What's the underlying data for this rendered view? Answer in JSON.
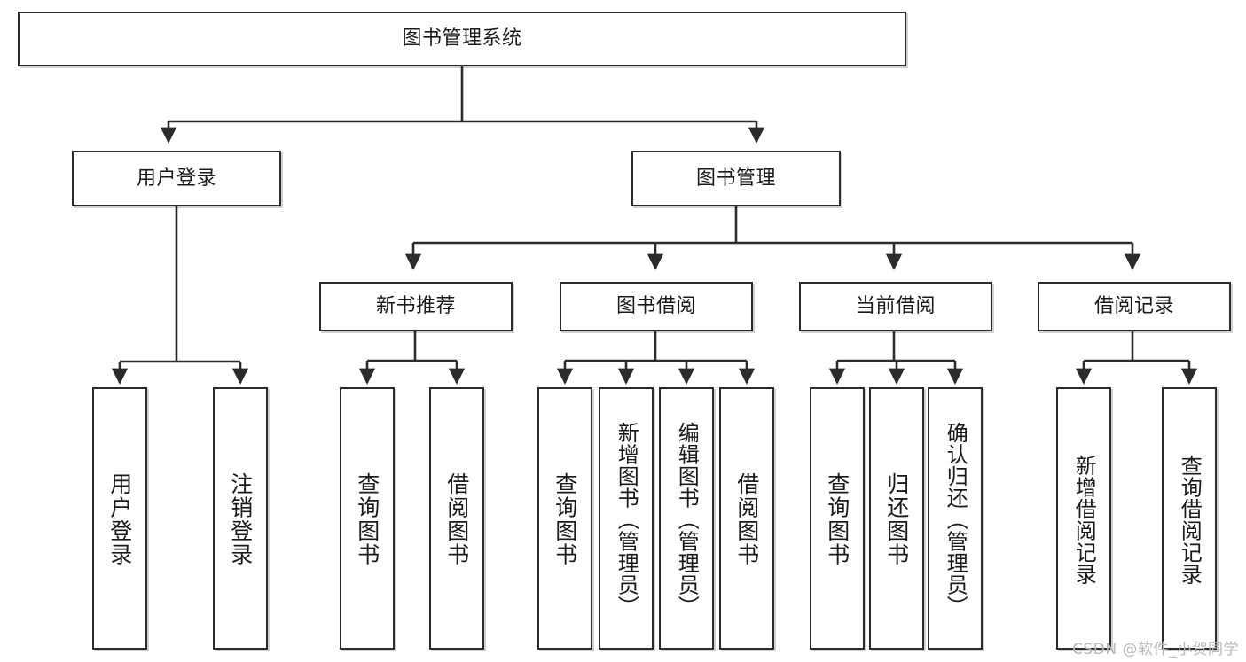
{
  "diagram": {
    "title": "图书管理系统",
    "type": "tree-hierarchy",
    "watermark": "CSDN @软件_小贺同学",
    "colors": {
      "stroke": "#2b2b2b",
      "fill": "#ffffff",
      "text": "#1a1a1a",
      "watermark": "#b8b8b8"
    },
    "nodes": {
      "root": {
        "label": "图书管理系统"
      },
      "level1": [
        {
          "id": "user-login",
          "label": "用户登录"
        },
        {
          "id": "book-manage",
          "label": "图书管理"
        }
      ],
      "level2": [
        {
          "id": "new-book-rec",
          "label": "新书推荐"
        },
        {
          "id": "book-borrow",
          "label": "图书借阅"
        },
        {
          "id": "current-borrow",
          "label": "当前借阅"
        },
        {
          "id": "borrow-record",
          "label": "借阅记录"
        }
      ],
      "leaves": {
        "user-login": [
          {
            "id": "leaf-user-login",
            "label": "用户登录"
          },
          {
            "id": "leaf-logout",
            "label": "注销登录"
          }
        ],
        "new-book-rec": [
          {
            "id": "leaf-query-book-1",
            "label": "查询图书"
          },
          {
            "id": "leaf-borrow-book-1",
            "label": "借阅图书"
          }
        ],
        "book-borrow": [
          {
            "id": "leaf-query-book-2",
            "label": "查询图书"
          },
          {
            "id": "leaf-add-book",
            "label": "新增图书（管理员）"
          },
          {
            "id": "leaf-edit-book",
            "label": "编辑图书（管理员）"
          },
          {
            "id": "leaf-borrow-book-2",
            "label": "借阅图书"
          }
        ],
        "current-borrow": [
          {
            "id": "leaf-query-book-3",
            "label": "查询图书"
          },
          {
            "id": "leaf-return-book",
            "label": "归还图书"
          },
          {
            "id": "leaf-confirm-return",
            "label": "确认归还（管理员）"
          }
        ],
        "borrow-record": [
          {
            "id": "leaf-add-record",
            "label": "新增借阅记录"
          },
          {
            "id": "leaf-query-record",
            "label": "查询借阅记录"
          }
        ]
      }
    }
  }
}
